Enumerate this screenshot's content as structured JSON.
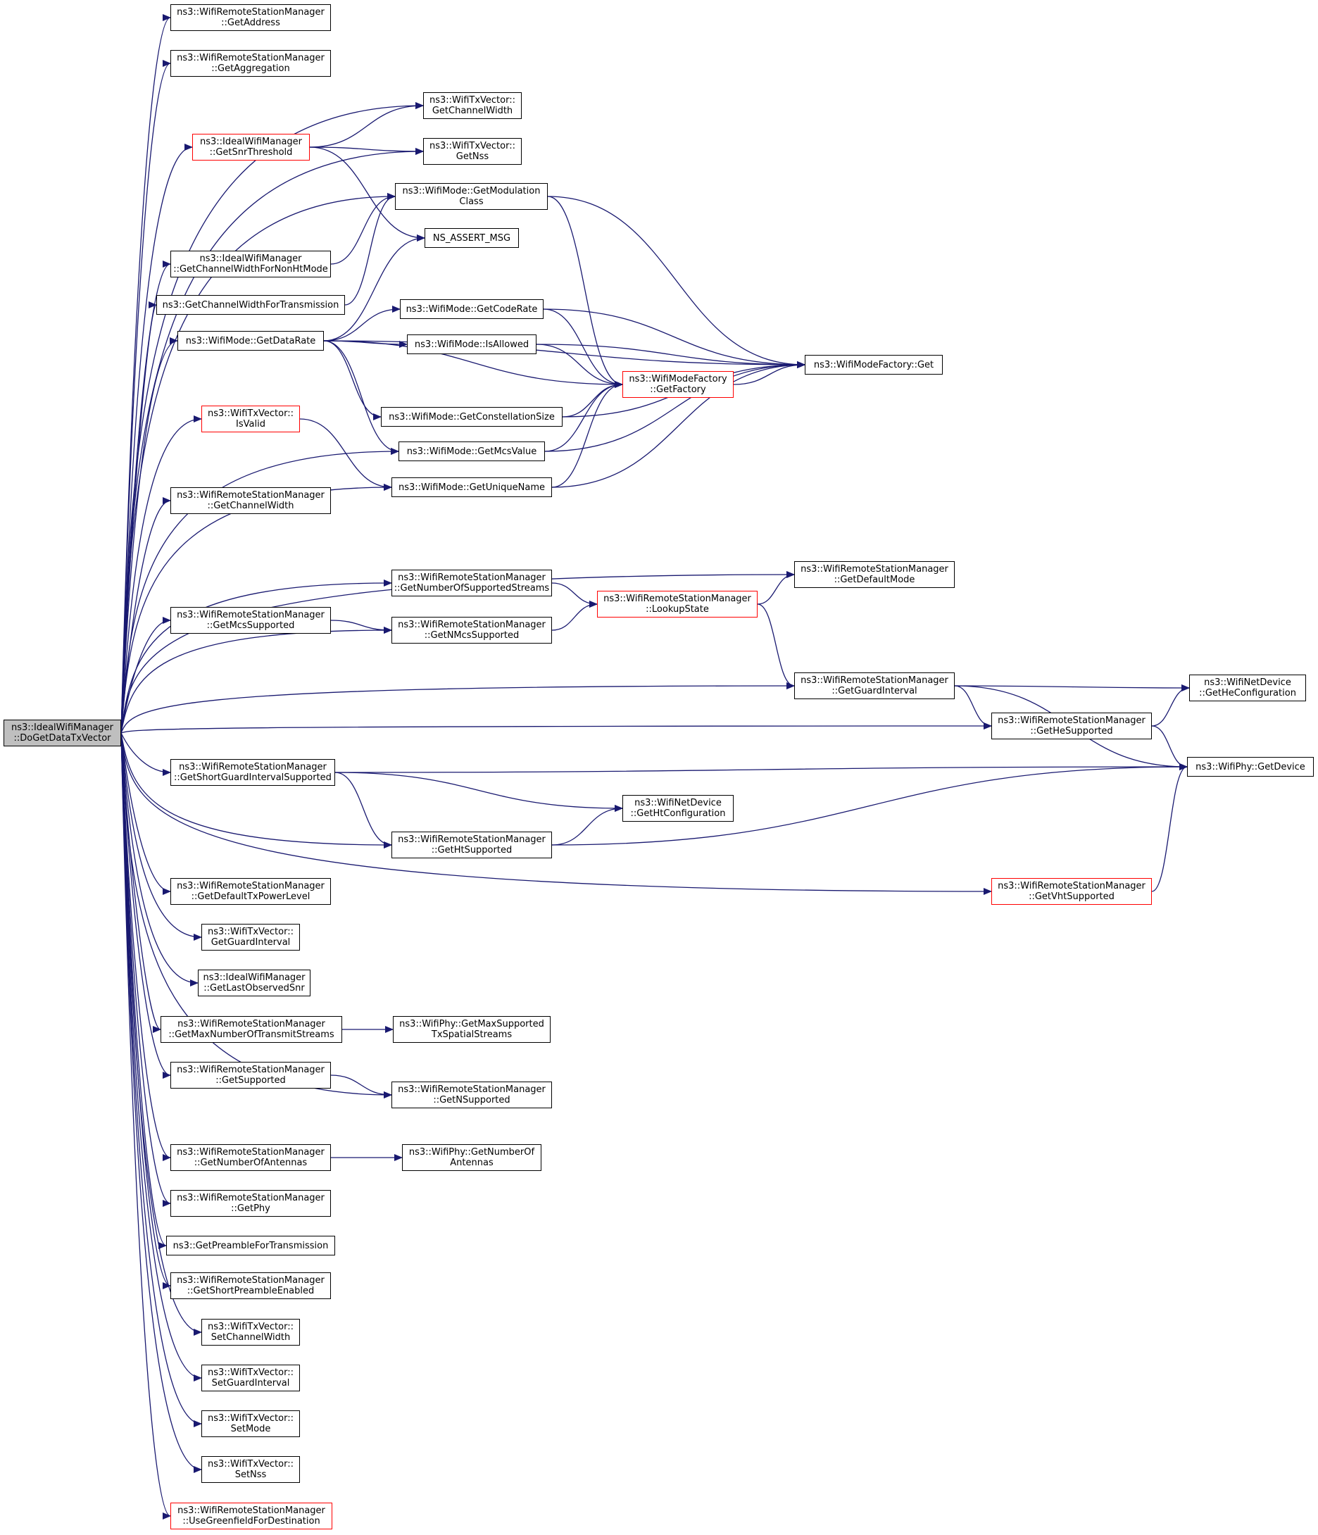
{
  "title": "",
  "colors": {
    "edge": "#191970",
    "node_border": "#000000",
    "truncated_border": "#ff0000",
    "root_fill": "#bfbfbf"
  },
  "nodes": [
    {
      "id": "root",
      "lines": [
        "ns3::IdealWifiManager",
        "::DoGetDataTxVector"
      ],
      "style": "root"
    },
    {
      "id": "n_getaddress",
      "lines": [
        "ns3::WifiRemoteStationManager",
        "::GetAddress"
      ],
      "style": "normal"
    },
    {
      "id": "n_getaggregation",
      "lines": [
        "ns3::WifiRemoteStationManager",
        "::GetAggregation"
      ],
      "style": "normal"
    },
    {
      "id": "n_getsnrthreshold",
      "lines": [
        "ns3::IdealWifiManager",
        "::GetSnrThreshold"
      ],
      "style": "truncated"
    },
    {
      "id": "n_txv_getchannelwidth",
      "lines": [
        "ns3::WifiTxVector::",
        "GetChannelWidth"
      ],
      "style": "normal"
    },
    {
      "id": "n_txv_getnss",
      "lines": [
        "ns3::WifiTxVector::",
        "GetNss"
      ],
      "style": "normal"
    },
    {
      "id": "n_getmodulationclass",
      "lines": [
        "ns3::WifiMode::GetModulation",
        "Class"
      ],
      "style": "normal"
    },
    {
      "id": "n_ns_assert_msg",
      "lines": [
        "NS_ASSERT_MSG"
      ],
      "style": "normal"
    },
    {
      "id": "n_getchwidthnonht",
      "lines": [
        "ns3::IdealWifiManager",
        "::GetChannelWidthForNonHtMode"
      ],
      "style": "normal"
    },
    {
      "id": "n_getchwidthtx",
      "lines": [
        "ns3::GetChannelWidthForTransmission"
      ],
      "style": "normal"
    },
    {
      "id": "n_getdatarate",
      "lines": [
        "ns3::WifiMode::GetDataRate"
      ],
      "style": "normal"
    },
    {
      "id": "n_getcoderate",
      "lines": [
        "ns3::WifiMode::GetCodeRate"
      ],
      "style": "normal"
    },
    {
      "id": "n_isallowed",
      "lines": [
        "ns3::WifiMode::IsAllowed"
      ],
      "style": "normal"
    },
    {
      "id": "n_modefactory_get",
      "lines": [
        "ns3::WifiModeFactory::Get"
      ],
      "style": "normal"
    },
    {
      "id": "n_getfactory",
      "lines": [
        "ns3::WifiModeFactory",
        "::GetFactory"
      ],
      "style": "truncated"
    },
    {
      "id": "n_txv_isvalid",
      "lines": [
        "ns3::WifiTxVector::",
        "IsValid"
      ],
      "style": "truncated"
    },
    {
      "id": "n_getconstellation",
      "lines": [
        "ns3::WifiMode::GetConstellationSize"
      ],
      "style": "normal"
    },
    {
      "id": "n_getmcsvalue",
      "lines": [
        "ns3::WifiMode::GetMcsValue"
      ],
      "style": "normal"
    },
    {
      "id": "n_getuniquename",
      "lines": [
        "ns3::WifiMode::GetUniqueName"
      ],
      "style": "normal"
    },
    {
      "id": "n_rsm_getchannelwidth",
      "lines": [
        "ns3::WifiRemoteStationManager",
        "::GetChannelWidth"
      ],
      "style": "normal"
    },
    {
      "id": "n_getnumsupstreams",
      "lines": [
        "ns3::WifiRemoteStationManager",
        "::GetNumberOfSupportedStreams"
      ],
      "style": "normal"
    },
    {
      "id": "n_getdefaultmode",
      "lines": [
        "ns3::WifiRemoteStationManager",
        "::GetDefaultMode"
      ],
      "style": "normal"
    },
    {
      "id": "n_lookupstate",
      "lines": [
        "ns3::WifiRemoteStationManager",
        "::LookupState"
      ],
      "style": "truncated"
    },
    {
      "id": "n_getmcssupported",
      "lines": [
        "ns3::WifiRemoteStationManager",
        "::GetMcsSupported"
      ],
      "style": "normal"
    },
    {
      "id": "n_getnmcssupported",
      "lines": [
        "ns3::WifiRemoteStationManager",
        "::GetNMcsSupported"
      ],
      "style": "normal"
    },
    {
      "id": "n_getguardinterval",
      "lines": [
        "ns3::WifiRemoteStationManager",
        "::GetGuardInterval"
      ],
      "style": "normal"
    },
    {
      "id": "n_gethesupported",
      "lines": [
        "ns3::WifiRemoteStationManager",
        "::GetHeSupported"
      ],
      "style": "normal"
    },
    {
      "id": "n_getheconfig",
      "lines": [
        "ns3::WifiNetDevice",
        "::GetHeConfiguration"
      ],
      "style": "normal"
    },
    {
      "id": "n_phy_getdevice",
      "lines": [
        "ns3::WifiPhy::GetDevice"
      ],
      "style": "normal"
    },
    {
      "id": "n_getsgisupported",
      "lines": [
        "ns3::WifiRemoteStationManager",
        "::GetShortGuardIntervalSupported"
      ],
      "style": "normal"
    },
    {
      "id": "n_gethtconfig",
      "lines": [
        "ns3::WifiNetDevice",
        "::GetHtConfiguration"
      ],
      "style": "normal"
    },
    {
      "id": "n_gethtsupported",
      "lines": [
        "ns3::WifiRemoteStationManager",
        "::GetHtSupported"
      ],
      "style": "normal"
    },
    {
      "id": "n_getvhtsupported",
      "lines": [
        "ns3::WifiRemoteStationManager",
        "::GetVhtSupported"
      ],
      "style": "truncated"
    },
    {
      "id": "n_getdefaulttxpower",
      "lines": [
        "ns3::WifiRemoteStationManager",
        "::GetDefaultTxPowerLevel"
      ],
      "style": "normal"
    },
    {
      "id": "n_txv_getguardinterval",
      "lines": [
        "ns3::WifiTxVector::",
        "GetGuardInterval"
      ],
      "style": "normal"
    },
    {
      "id": "n_getlastobservedsnr",
      "lines": [
        "ns3::IdealWifiManager",
        "::GetLastObservedSnr"
      ],
      "style": "normal"
    },
    {
      "id": "n_getmaxnumtxstreams",
      "lines": [
        "ns3::WifiRemoteStationManager",
        "::GetMaxNumberOfTransmitStreams"
      ],
      "style": "normal"
    },
    {
      "id": "n_phy_getmaxsuptxspatial",
      "lines": [
        "ns3::WifiPhy::GetMaxSupported",
        "TxSpatialStreams"
      ],
      "style": "normal"
    },
    {
      "id": "n_getsupported",
      "lines": [
        "ns3::WifiRemoteStationManager",
        "::GetSupported"
      ],
      "style": "normal"
    },
    {
      "id": "n_getnsupported",
      "lines": [
        "ns3::WifiRemoteStationManager",
        "::GetNSupported"
      ],
      "style": "normal"
    },
    {
      "id": "n_getnumantennas",
      "lines": [
        "ns3::WifiRemoteStationManager",
        "::GetNumberOfAntennas"
      ],
      "style": "normal"
    },
    {
      "id": "n_phy_getnumantennas",
      "lines": [
        "ns3::WifiPhy::GetNumberOf",
        "Antennas"
      ],
      "style": "normal"
    },
    {
      "id": "n_getphy",
      "lines": [
        "ns3::WifiRemoteStationManager",
        "::GetPhy"
      ],
      "style": "normal"
    },
    {
      "id": "n_getpreamblefortx",
      "lines": [
        "ns3::GetPreambleForTransmission"
      ],
      "style": "normal"
    },
    {
      "id": "n_getshortpreamble",
      "lines": [
        "ns3::WifiRemoteStationManager",
        "::GetShortPreambleEnabled"
      ],
      "style": "normal"
    },
    {
      "id": "n_txv_setchannelwidth",
      "lines": [
        "ns3::WifiTxVector::",
        "SetChannelWidth"
      ],
      "style": "normal"
    },
    {
      "id": "n_txv_setguardinterval",
      "lines": [
        "ns3::WifiTxVector::",
        "SetGuardInterval"
      ],
      "style": "normal"
    },
    {
      "id": "n_txv_setmode",
      "lines": [
        "ns3::WifiTxVector::",
        "SetMode"
      ],
      "style": "normal"
    },
    {
      "id": "n_txv_setnss",
      "lines": [
        "ns3::WifiTxVector::",
        "SetNss"
      ],
      "style": "normal"
    },
    {
      "id": "n_usegreenfield",
      "lines": [
        "ns3::WifiRemoteStationManager",
        "::UseGreenfieldForDestination"
      ],
      "style": "truncated"
    }
  ],
  "edges": [
    [
      "root",
      "n_getaddress"
    ],
    [
      "root",
      "n_getaggregation"
    ],
    [
      "root",
      "n_txv_getchannelwidth"
    ],
    [
      "root",
      "n_getsnrthreshold"
    ],
    [
      "root",
      "n_txv_getnss"
    ],
    [
      "root",
      "n_getmodulationclass"
    ],
    [
      "root",
      "n_getchwidthnonht"
    ],
    [
      "root",
      "n_getchwidthtx"
    ],
    [
      "root",
      "n_getdatarate"
    ],
    [
      "root",
      "n_getmcsvalue"
    ],
    [
      "root",
      "n_txv_isvalid"
    ],
    [
      "root",
      "n_getuniquename"
    ],
    [
      "root",
      "n_rsm_getchannelwidth"
    ],
    [
      "root",
      "n_getdefaultmode"
    ],
    [
      "root",
      "n_getnumsupstreams"
    ],
    [
      "root",
      "n_getmcssupported"
    ],
    [
      "root",
      "n_getnmcssupported"
    ],
    [
      "root",
      "n_getguardinterval"
    ],
    [
      "root",
      "n_gethesupported"
    ],
    [
      "root",
      "n_getsgisupported"
    ],
    [
      "root",
      "n_gethtsupported"
    ],
    [
      "root",
      "n_getvhtsupported"
    ],
    [
      "root",
      "n_getdefaulttxpower"
    ],
    [
      "root",
      "n_txv_getguardinterval"
    ],
    [
      "root",
      "n_getlastobservedsnr"
    ],
    [
      "root",
      "n_getmaxnumtxstreams"
    ],
    [
      "root",
      "n_getsupported"
    ],
    [
      "root",
      "n_getnsupported"
    ],
    [
      "root",
      "n_getnumantennas"
    ],
    [
      "root",
      "n_getphy"
    ],
    [
      "root",
      "n_getpreamblefortx"
    ],
    [
      "root",
      "n_getshortpreamble"
    ],
    [
      "root",
      "n_txv_setchannelwidth"
    ],
    [
      "root",
      "n_txv_setguardinterval"
    ],
    [
      "root",
      "n_txv_setmode"
    ],
    [
      "root",
      "n_txv_setnss"
    ],
    [
      "root",
      "n_usegreenfield"
    ],
    [
      "n_getsnrthreshold",
      "n_txv_getchannelwidth"
    ],
    [
      "n_getsnrthreshold",
      "n_txv_getnss"
    ],
    [
      "n_getsnrthreshold",
      "n_ns_assert_msg"
    ],
    [
      "n_getchwidthnonht",
      "n_getmodulationclass"
    ],
    [
      "n_getchwidthtx",
      "n_getmodulationclass"
    ],
    [
      "n_getmodulationclass",
      "n_modefactory_get"
    ],
    [
      "n_getmodulationclass",
      "n_getfactory"
    ],
    [
      "n_getdatarate",
      "n_ns_assert_msg"
    ],
    [
      "n_getdatarate",
      "n_modefactory_get"
    ],
    [
      "n_getdatarate",
      "n_getcoderate"
    ],
    [
      "n_getdatarate",
      "n_isallowed"
    ],
    [
      "n_getdatarate",
      "n_getfactory"
    ],
    [
      "n_getdatarate",
      "n_getconstellation"
    ],
    [
      "n_getdatarate",
      "n_getmcsvalue"
    ],
    [
      "n_getcoderate",
      "n_modefactory_get"
    ],
    [
      "n_getcoderate",
      "n_getfactory"
    ],
    [
      "n_isallowed",
      "n_modefactory_get"
    ],
    [
      "n_isallowed",
      "n_getfactory"
    ],
    [
      "n_getconstellation",
      "n_modefactory_get"
    ],
    [
      "n_getconstellation",
      "n_getfactory"
    ],
    [
      "n_getmcsvalue",
      "n_modefactory_get"
    ],
    [
      "n_getmcsvalue",
      "n_getfactory"
    ],
    [
      "n_getuniquename",
      "n_modefactory_get"
    ],
    [
      "n_getuniquename",
      "n_getfactory"
    ],
    [
      "n_getfactory",
      "n_modefactory_get"
    ],
    [
      "n_txv_isvalid",
      "n_getuniquename"
    ],
    [
      "n_getnumsupstreams",
      "n_lookupstate"
    ],
    [
      "n_getnmcssupported",
      "n_lookupstate"
    ],
    [
      "n_getmcssupported",
      "n_getnmcssupported"
    ],
    [
      "n_lookupstate",
      "n_getdefaultmode"
    ],
    [
      "n_lookupstate",
      "n_getguardinterval"
    ],
    [
      "n_getguardinterval",
      "n_getheconfig"
    ],
    [
      "n_getguardinterval",
      "n_gethesupported"
    ],
    [
      "n_getguardinterval",
      "n_phy_getdevice"
    ],
    [
      "n_gethesupported",
      "n_getheconfig"
    ],
    [
      "n_gethesupported",
      "n_phy_getdevice"
    ],
    [
      "n_getsgisupported",
      "n_phy_getdevice"
    ],
    [
      "n_getsgisupported",
      "n_gethtconfig"
    ],
    [
      "n_getsgisupported",
      "n_gethtsupported"
    ],
    [
      "n_gethtsupported",
      "n_gethtconfig"
    ],
    [
      "n_gethtsupported",
      "n_phy_getdevice"
    ],
    [
      "n_getvhtsupported",
      "n_phy_getdevice"
    ],
    [
      "n_getmaxnumtxstreams",
      "n_phy_getmaxsuptxspatial"
    ],
    [
      "n_getsupported",
      "n_getnsupported"
    ],
    [
      "n_getnumantennas",
      "n_phy_getnumantennas"
    ]
  ]
}
